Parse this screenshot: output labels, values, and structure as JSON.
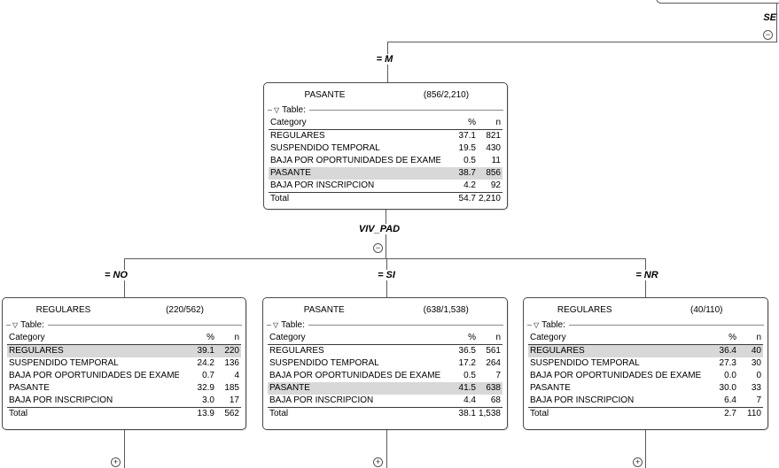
{
  "colors": {
    "background": "#ffffff",
    "line": "#5a5a5a",
    "node_border": "#4a4a4a",
    "highlight_row": "#d8d8d8"
  },
  "parent": {
    "variable_label": "SE",
    "collapse_glyph": "−"
  },
  "branches": {
    "m": "= M",
    "no": "= NO",
    "si": "= SI",
    "nr": "= NR"
  },
  "split": {
    "variable": "VIV_PAD",
    "collapse_glyph": "−"
  },
  "expand_glyph": "+",
  "table_ui": {
    "collapse_icon": "▽",
    "legend": "Table:",
    "columns": [
      "Category",
      "%",
      "n"
    ],
    "total_label": "Total"
  },
  "nodes": {
    "top": {
      "title": "PASANTE",
      "ratio": "(856/2,210)",
      "highlight_category": "PASANTE",
      "rows": [
        {
          "category": "REGULARES",
          "pct": "37.1",
          "n": "821"
        },
        {
          "category": "SUSPENDIDO TEMPORAL",
          "pct": "19.5",
          "n": "430"
        },
        {
          "category": "BAJA POR OPORTUNIDADES DE EXAMEN",
          "pct": "0.5",
          "n": "11"
        },
        {
          "category": "PASANTE",
          "pct": "38.7",
          "n": "856"
        },
        {
          "category": "BAJA POR INSCRIPCION",
          "pct": "4.2",
          "n": "92"
        }
      ],
      "total": {
        "pct": "54.7",
        "n": "2,210"
      }
    },
    "left": {
      "title": "REGULARES",
      "ratio": "(220/562)",
      "highlight_category": "REGULARES",
      "rows": [
        {
          "category": "REGULARES",
          "pct": "39.1",
          "n": "220"
        },
        {
          "category": "SUSPENDIDO TEMPORAL",
          "pct": "24.2",
          "n": "136"
        },
        {
          "category": "BAJA POR OPORTUNIDADES DE EXAMEN",
          "pct": "0.7",
          "n": "4"
        },
        {
          "category": "PASANTE",
          "pct": "32.9",
          "n": "185"
        },
        {
          "category": "BAJA POR INSCRIPCION",
          "pct": "3.0",
          "n": "17"
        }
      ],
      "total": {
        "pct": "13.9",
        "n": "562"
      }
    },
    "middle": {
      "title": "PASANTE",
      "ratio": "(638/1,538)",
      "highlight_category": "PASANTE",
      "rows": [
        {
          "category": "REGULARES",
          "pct": "36.5",
          "n": "561"
        },
        {
          "category": "SUSPENDIDO TEMPORAL",
          "pct": "17.2",
          "n": "264"
        },
        {
          "category": "BAJA POR OPORTUNIDADES DE EXAMEN",
          "pct": "0.5",
          "n": "7"
        },
        {
          "category": "PASANTE",
          "pct": "41.5",
          "n": "638"
        },
        {
          "category": "BAJA POR INSCRIPCION",
          "pct": "4.4",
          "n": "68"
        }
      ],
      "total": {
        "pct": "38.1",
        "n": "1,538"
      }
    },
    "right": {
      "title": "REGULARES",
      "ratio": "(40/110)",
      "highlight_category": "REGULARES",
      "rows": [
        {
          "category": "REGULARES",
          "pct": "36.4",
          "n": "40"
        },
        {
          "category": "SUSPENDIDO TEMPORAL",
          "pct": "27.3",
          "n": "30"
        },
        {
          "category": "BAJA POR OPORTUNIDADES DE EXAMEN",
          "pct": "0.0",
          "n": "0"
        },
        {
          "category": "PASANTE",
          "pct": "30.0",
          "n": "33"
        },
        {
          "category": "BAJA POR INSCRIPCION",
          "pct": "6.4",
          "n": "7"
        }
      ],
      "total": {
        "pct": "2.7",
        "n": "110"
      }
    }
  }
}
